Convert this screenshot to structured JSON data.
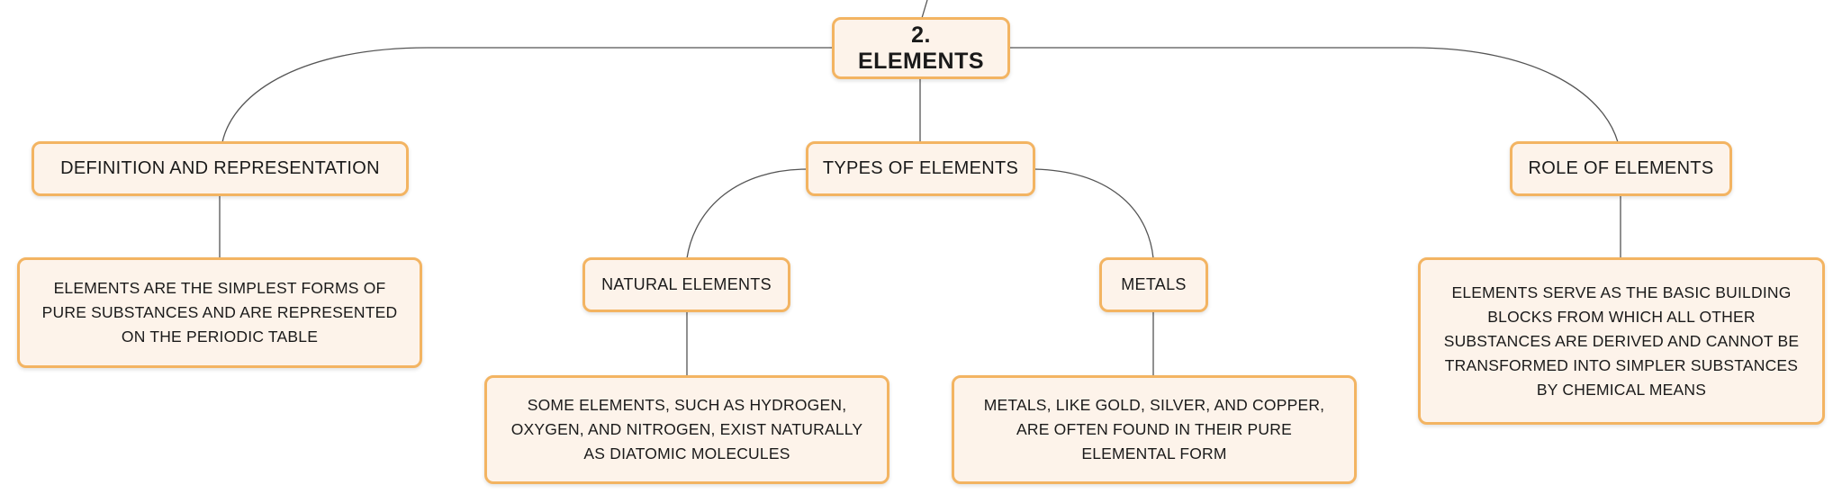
{
  "mindmap": {
    "root": {
      "label": "2. ELEMENTS"
    },
    "branches": [
      {
        "label": "DEFINITION AND REPRESENTATION",
        "detail": "ELEMENTS ARE THE SIMPLEST FORMS OF PURE SUBSTANCES AND ARE REPRESENTED ON THE PERIODIC TABLE"
      },
      {
        "label": "TYPES OF ELEMENTS",
        "children": [
          {
            "label": "NATURAL ELEMENTS",
            "detail": "SOME ELEMENTS, SUCH AS HYDROGEN, OXYGEN, AND NITROGEN, EXIST NATURALLY AS DIATOMIC MOLECULES"
          },
          {
            "label": "METALS",
            "detail": "METALS, LIKE GOLD, SILVER, AND COPPER, ARE OFTEN FOUND IN THEIR PURE ELEMENTAL FORM"
          }
        ]
      },
      {
        "label": "ROLE OF ELEMENTS",
        "detail": "ELEMENTS SERVE AS THE BASIC BUILDING BLOCKS FROM WHICH ALL OTHER SUBSTANCES ARE DERIVED AND CANNOT BE TRANSFORMED INTO SIMPLER SUBSTANCES BY CHEMICAL MEANS"
      }
    ]
  },
  "colors": {
    "node_fill": "#fdf3ea",
    "node_border": "#f3b462",
    "connector": "#555555"
  }
}
